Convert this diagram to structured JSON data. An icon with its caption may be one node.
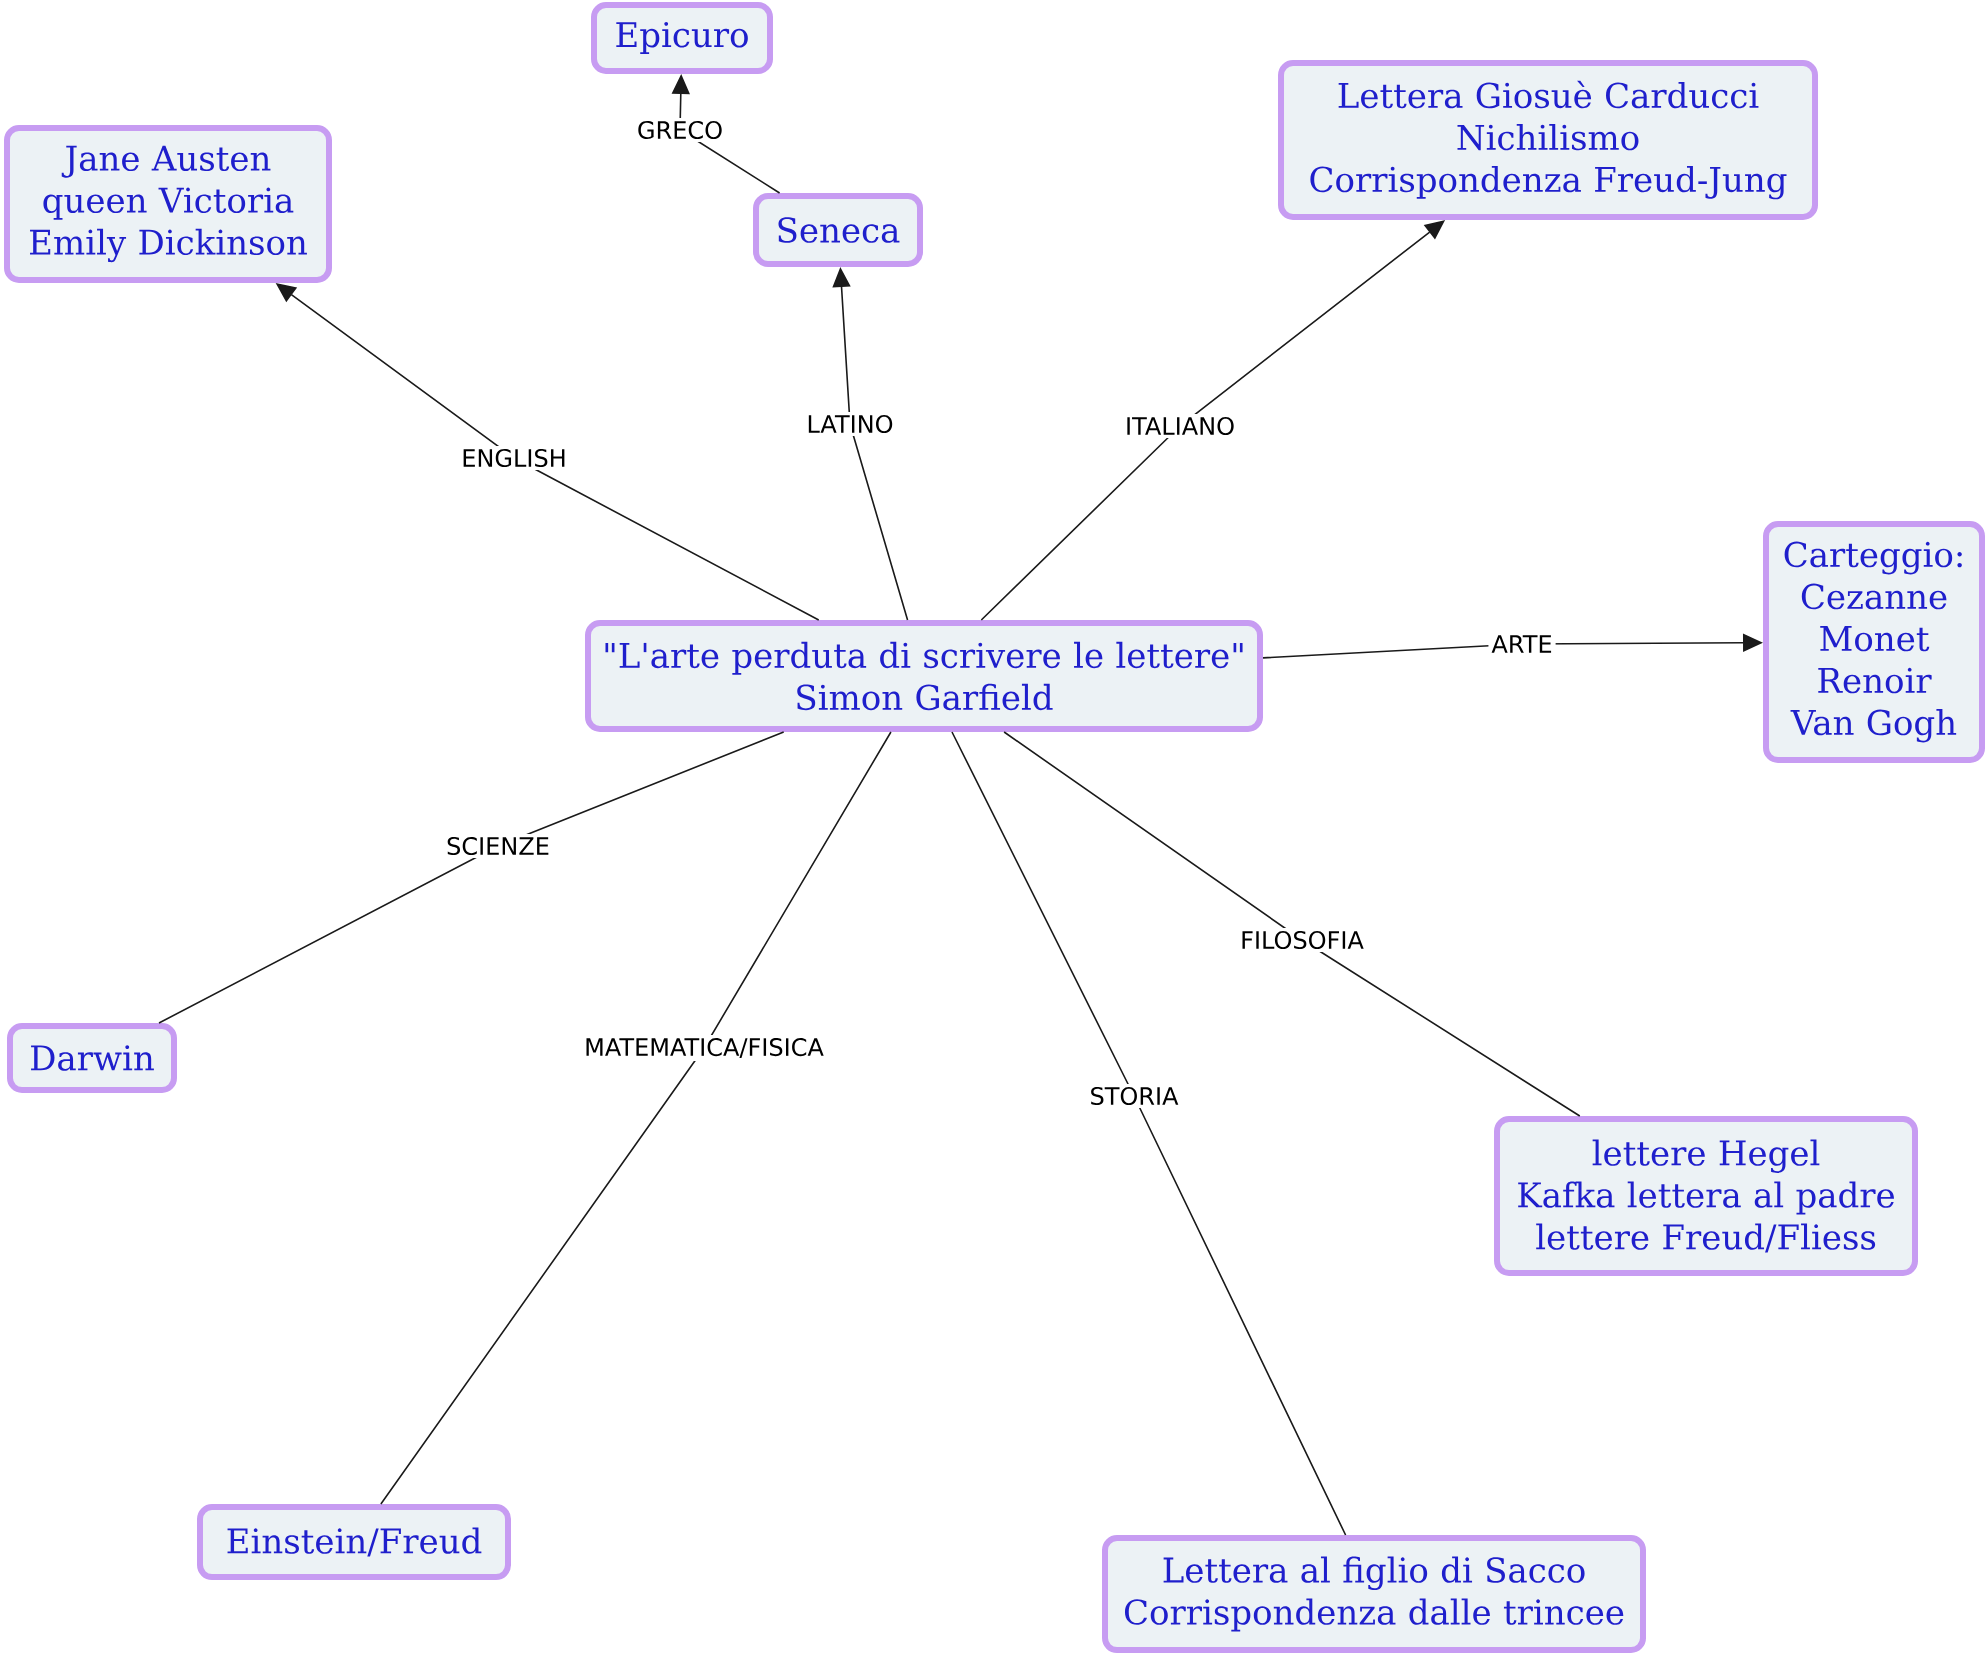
{
  "diagram": {
    "nodes": [
      {
        "text": [
          "Epicuro"
        ]
      },
      {
        "text": [
          "Jane Austen queen Victoria Emily Dickinson"
        ]
      },
      {
        "text": [
          "Lettera Giosuè Carducci Nichilismo Corrispondenza Freud-Jung"
        ]
      },
      {
        "text": [
          "Seneca"
        ]
      },
      {
        "text": [
          "\"L'arte perduta di scrivere le lettere\" Simon Garfield"
        ]
      },
      {
        "text": [
          "Carteggio: Cezanne Monet Renoir Van Gogh"
        ]
      },
      {
        "text": [
          "Darwin"
        ]
      },
      {
        "text": [
          "lettere Hegel Kafka lettera al padre lettere Freud/Fliess"
        ]
      },
      {
        "text": [
          "Einstein/Freud"
        ]
      },
      {
        "text": [
          "Lettera al figlio di Sacco Corrispondenza dalle trincee"
        ]
      }
    ],
    "edges": [
      {
        "from": 3,
        "to": 0,
        "arrow": "to",
        "label": "GRECO"
      },
      {
        "from": 4,
        "to": 1,
        "arrow": "to",
        "label": "ENGLISH"
      },
      {
        "from": 4,
        "to": 3,
        "arrow": "to",
        "label": "LATINO"
      },
      {
        "from": 4,
        "to": 2,
        "arrow": "to",
        "label": "ITALIANO"
      },
      {
        "from": 4,
        "to": 5,
        "arrow": "to",
        "label": "ARTE"
      },
      {
        "from": 4,
        "to": 6,
        "arrow": "none",
        "label": "SCIENZE"
      },
      {
        "from": 4,
        "to": 8,
        "arrow": "none",
        "label": "MATEMATICA/FISICA"
      },
      {
        "from": 4,
        "to": 9,
        "arrow": "none",
        "label": "STORIA"
      },
      {
        "from": 4,
        "to": 7,
        "arrow": "none",
        "label": "FILOSOFIA"
      }
    ]
  }
}
